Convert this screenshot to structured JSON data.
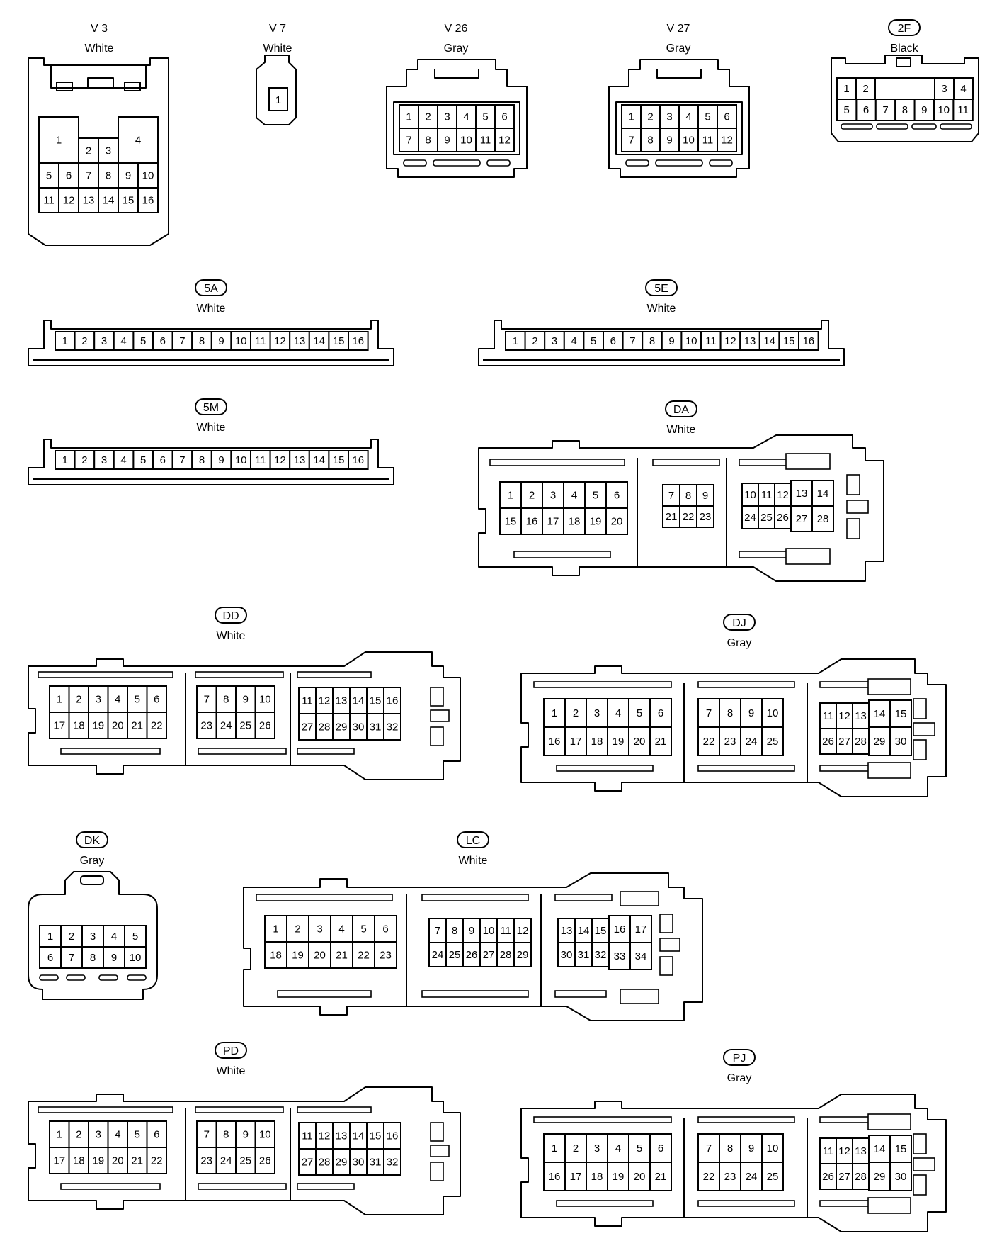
{
  "connectors": [
    {
      "id": "V3",
      "code": "V 3",
      "color": "White",
      "oval": false,
      "pins": [
        "1",
        "2",
        "3",
        "4",
        "5",
        "6",
        "7",
        "8",
        "9",
        "10",
        "11",
        "12",
        "13",
        "14",
        "15",
        "16"
      ]
    },
    {
      "id": "V7",
      "code": "V 7",
      "color": "White",
      "oval": false,
      "pins": [
        "1"
      ]
    },
    {
      "id": "V26",
      "code": "V 26",
      "color": "Gray",
      "oval": false,
      "pins": [
        "1",
        "2",
        "3",
        "4",
        "5",
        "6",
        "7",
        "8",
        "9",
        "10",
        "11",
        "12"
      ]
    },
    {
      "id": "V27",
      "code": "V 27",
      "color": "Gray",
      "oval": false,
      "pins": [
        "1",
        "2",
        "3",
        "4",
        "5",
        "6",
        "7",
        "8",
        "9",
        "10",
        "11",
        "12"
      ]
    },
    {
      "id": "2F",
      "code": "2F",
      "color": "Black",
      "oval": true,
      "pins": [
        "1",
        "2",
        "3",
        "4",
        "5",
        "6",
        "7",
        "8",
        "9",
        "10",
        "11"
      ]
    },
    {
      "id": "5A",
      "code": "5A",
      "color": "White",
      "oval": true,
      "pins": [
        "1",
        "2",
        "3",
        "4",
        "5",
        "6",
        "7",
        "8",
        "9",
        "10",
        "11",
        "12",
        "13",
        "14",
        "15",
        "16"
      ]
    },
    {
      "id": "5E",
      "code": "5E",
      "color": "White",
      "oval": true,
      "pins": [
        "1",
        "2",
        "3",
        "4",
        "5",
        "6",
        "7",
        "8",
        "9",
        "10",
        "11",
        "12",
        "13",
        "14",
        "15",
        "16"
      ]
    },
    {
      "id": "5M",
      "code": "5M",
      "color": "White",
      "oval": true,
      "pins": [
        "1",
        "2",
        "3",
        "4",
        "5",
        "6",
        "7",
        "8",
        "9",
        "10",
        "11",
        "12",
        "13",
        "14",
        "15",
        "16"
      ]
    },
    {
      "id": "DA",
      "code": "DA",
      "color": "White",
      "oval": true,
      "pins": [
        "1",
        "2",
        "3",
        "4",
        "5",
        "6",
        "15",
        "16",
        "17",
        "18",
        "19",
        "20",
        "7",
        "8",
        "9",
        "21",
        "22",
        "23",
        "10",
        "11",
        "12",
        "13",
        "14",
        "24",
        "25",
        "26",
        "27",
        "28"
      ]
    },
    {
      "id": "DD",
      "code": "DD",
      "color": "White",
      "oval": true,
      "pins": [
        "1",
        "2",
        "3",
        "4",
        "5",
        "6",
        "17",
        "18",
        "19",
        "20",
        "21",
        "22",
        "7",
        "8",
        "9",
        "10",
        "23",
        "24",
        "25",
        "26",
        "11",
        "12",
        "13",
        "14",
        "15",
        "16",
        "27",
        "28",
        "29",
        "30",
        "31",
        "32"
      ]
    },
    {
      "id": "DJ",
      "code": "DJ",
      "color": "Gray",
      "oval": true,
      "pins": [
        "1",
        "2",
        "3",
        "4",
        "5",
        "6",
        "16",
        "17",
        "18",
        "19",
        "20",
        "21",
        "7",
        "8",
        "9",
        "10",
        "22",
        "23",
        "24",
        "25",
        "11",
        "12",
        "13",
        "14",
        "15",
        "26",
        "27",
        "28",
        "29",
        "30"
      ]
    },
    {
      "id": "DK",
      "code": "DK",
      "color": "Gray",
      "oval": true,
      "pins": [
        "1",
        "2",
        "3",
        "4",
        "5",
        "6",
        "7",
        "8",
        "9",
        "10"
      ]
    },
    {
      "id": "LC",
      "code": "LC",
      "color": "White",
      "oval": true,
      "pins": [
        "1",
        "2",
        "3",
        "4",
        "5",
        "6",
        "18",
        "19",
        "20",
        "21",
        "22",
        "23",
        "7",
        "8",
        "9",
        "10",
        "11",
        "12",
        "24",
        "25",
        "26",
        "27",
        "28",
        "29",
        "13",
        "14",
        "15",
        "16",
        "17",
        "30",
        "31",
        "32",
        "33",
        "34"
      ]
    },
    {
      "id": "PD",
      "code": "PD",
      "color": "White",
      "oval": true,
      "pins": [
        "1",
        "2",
        "3",
        "4",
        "5",
        "6",
        "17",
        "18",
        "19",
        "20",
        "21",
        "22",
        "7",
        "8",
        "9",
        "10",
        "23",
        "24",
        "25",
        "26",
        "11",
        "12",
        "13",
        "14",
        "15",
        "16",
        "27",
        "28",
        "29",
        "30",
        "31",
        "32"
      ]
    },
    {
      "id": "PJ",
      "code": "PJ",
      "color": "Gray",
      "oval": true,
      "pins": [
        "1",
        "2",
        "3",
        "4",
        "5",
        "6",
        "16",
        "17",
        "18",
        "19",
        "20",
        "21",
        "7",
        "8",
        "9",
        "10",
        "22",
        "23",
        "24",
        "25",
        "11",
        "12",
        "13",
        "14",
        "15",
        "26",
        "27",
        "28",
        "29",
        "30"
      ]
    }
  ]
}
